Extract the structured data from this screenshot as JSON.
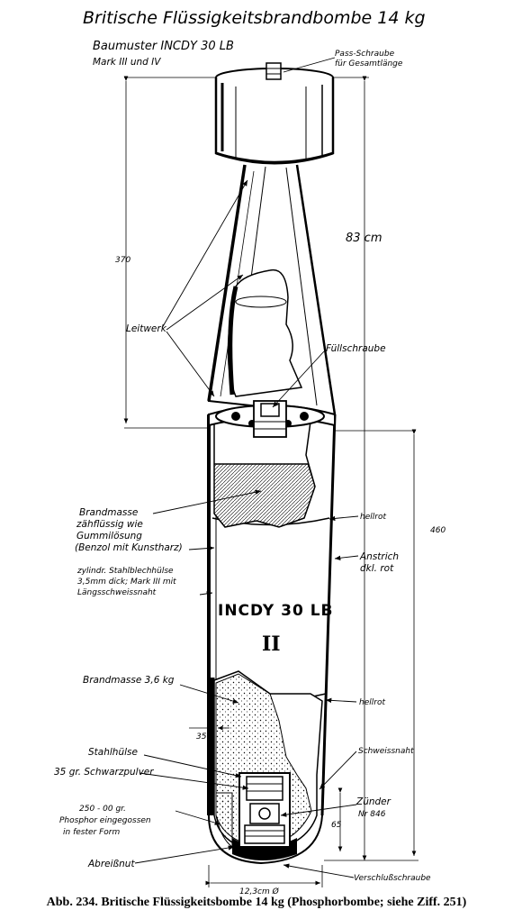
{
  "title": "Britische Flüssigkeitsbrandbombe 14 kg",
  "subtitle": {
    "line1": "Baumuster INCDY 30 LB",
    "line2": "Mark III und IV"
  },
  "labels": {
    "pass_schraube_1": "Pass-Schraube",
    "pass_schraube_2": "für Gesamtlänge",
    "length_83": "83 cm",
    "dim_370": "370",
    "leitwerk": "Leitwerk",
    "fuellschraube": "Füllschraube",
    "brandmasse_1": "Brandmasse",
    "brandmasse_2": "zähflüssig wie",
    "brandmasse_3": "Gummilösung",
    "brandmasse_4": "(Benzol mit Kunstharz)",
    "hellrot_1": "hellrot",
    "dim_460": "460",
    "anstrich_1": "Anstrich",
    "anstrich_2": "dkl. rot",
    "huelse_1": "zylindr. Stahlblechhülse",
    "huelse_2": "3,5mm dick; Mark III mit",
    "huelse_3": "Längsschweissnaht",
    "stencil_main": "INCDY 30 LB",
    "stencil_mark": "II",
    "brandmasse_36": "Brandmasse 3,6 kg",
    "hellrot_2": "hellrot",
    "dim_35": "35",
    "stahlhuelse": "Stahlhülse",
    "schweissnaht": "Schweissnaht",
    "schwarzpulver": "35 gr. Schwarzpulver",
    "zuender_1": "Zünder",
    "zuender_2": "Nr 846",
    "phosphor_1": "250 - 00 gr.",
    "phosphor_2": "Phosphor eingegossen",
    "phosphor_3": "in fester Form",
    "dim_65": "65",
    "abreissnut": "Abreißnut",
    "dim_diam": "12,3cm Ø",
    "verschluss": "Verschlußschraube"
  },
  "caption": "Abb. 234. Britische Flüssigkeitsbombe 14 kg (Phosphorbombe; siehe Ziff. 251)"
}
